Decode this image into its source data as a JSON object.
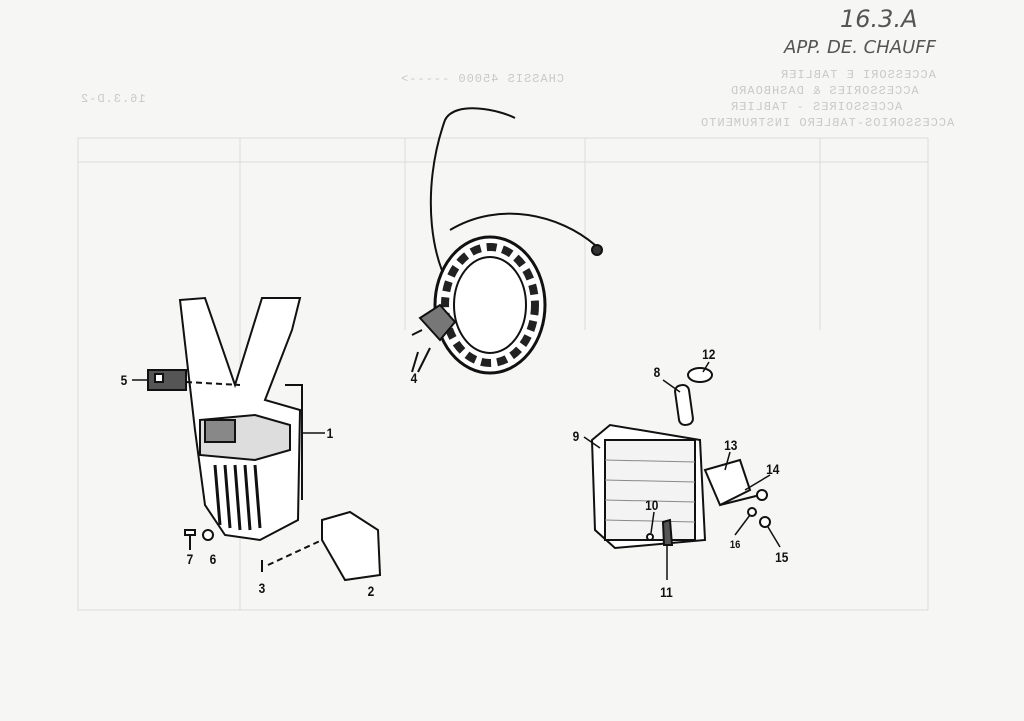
{
  "handwritten": {
    "ref": "16.3.A",
    "title": "APP. DE. CHAUFF"
  },
  "showthrough": {
    "chassis": "CHASSIS 45000 ----->",
    "page_ref": "16.3.D-2",
    "header_lines": [
      "ACCESSORI E TABLIER",
      "ACCESSORIES & DASHBOARD",
      "ACCESSOIRES - TABLIER",
      "ACCESSORIOS-TABLERO INSTRUMENTO"
    ]
  },
  "callouts": [
    "1",
    "2",
    "3",
    "4",
    "5",
    "6",
    "7",
    "8",
    "9",
    "10",
    "11",
    "12",
    "13",
    "14",
    "15",
    "16"
  ]
}
